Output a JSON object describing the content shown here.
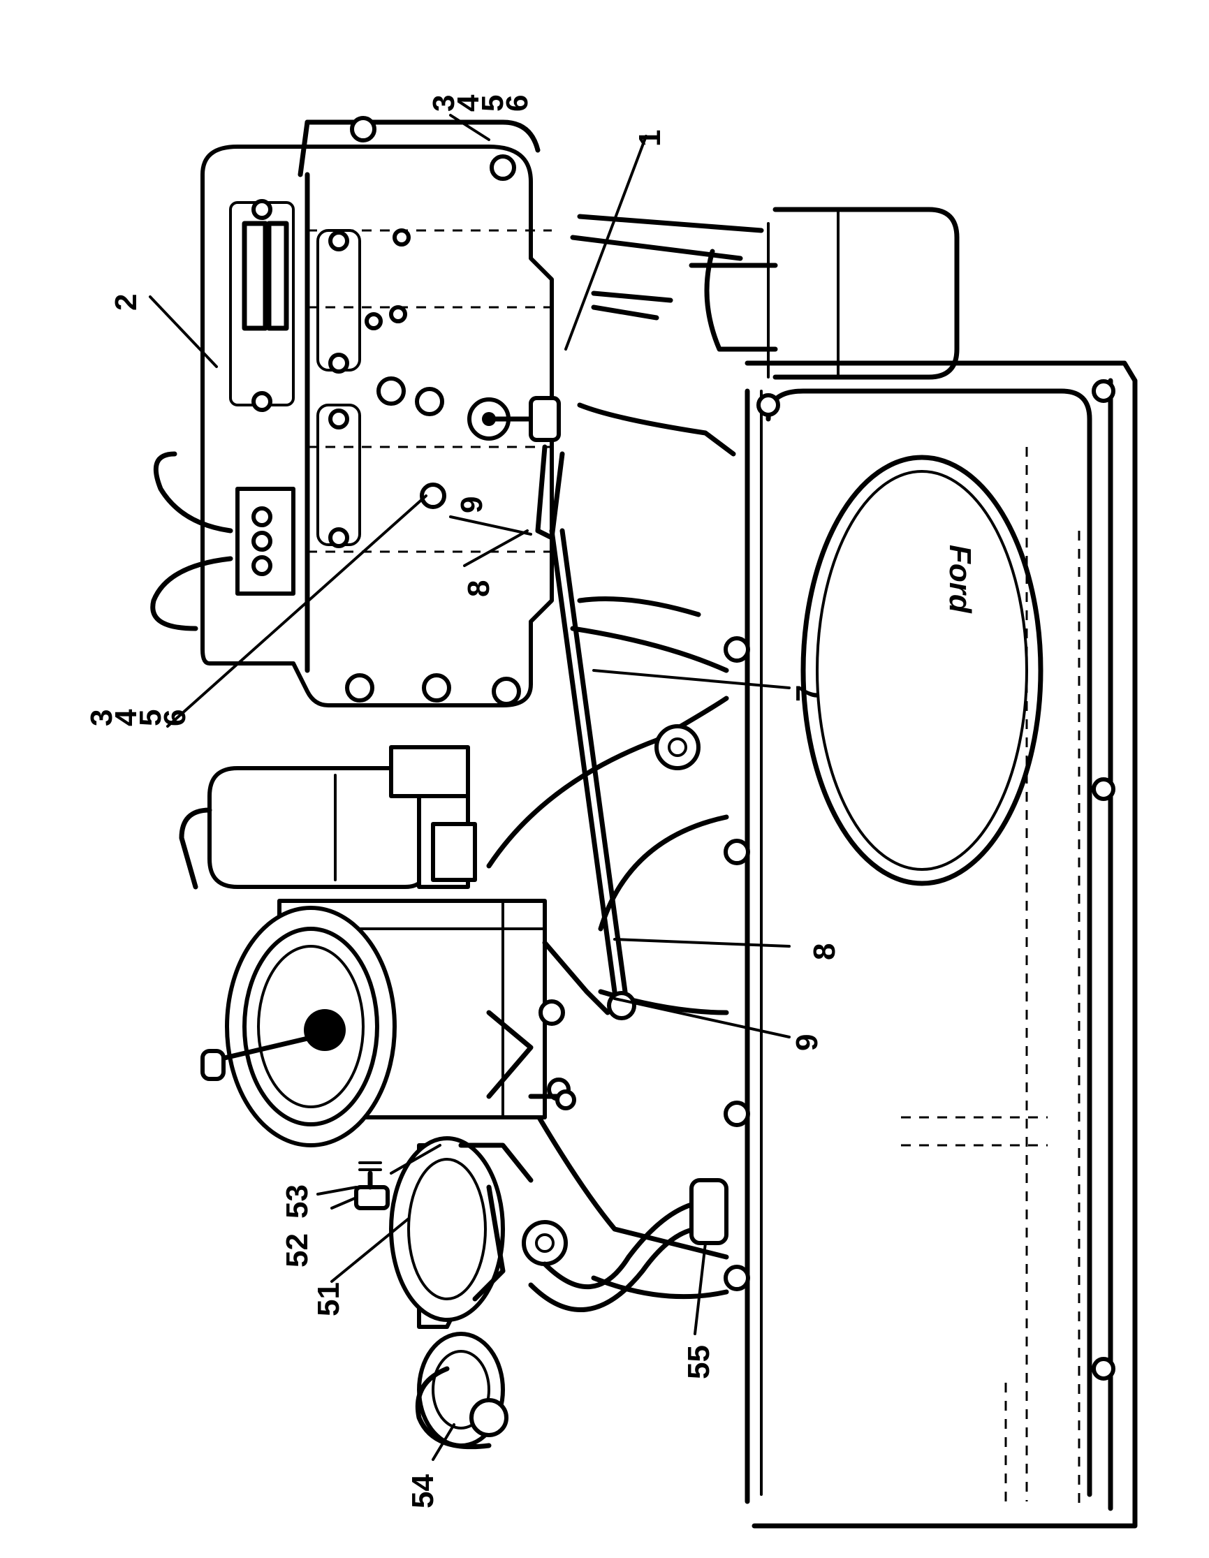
{
  "figure": {
    "callouts": {
      "c3a": "3",
      "c4a": "4",
      "c5a": "5",
      "c6a": "6",
      "c1": "1",
      "c2": "2",
      "c3b": "3",
      "c4b": "4",
      "c5b": "5",
      "c6b": "6",
      "c7": "7",
      "c8a": "8",
      "c9a": "9",
      "c8b": "8",
      "c9b": "9",
      "c51": "51",
      "c52": "52",
      "c53": "53",
      "c54": "54",
      "c55": "55"
    },
    "logo_text": "Ford"
  }
}
